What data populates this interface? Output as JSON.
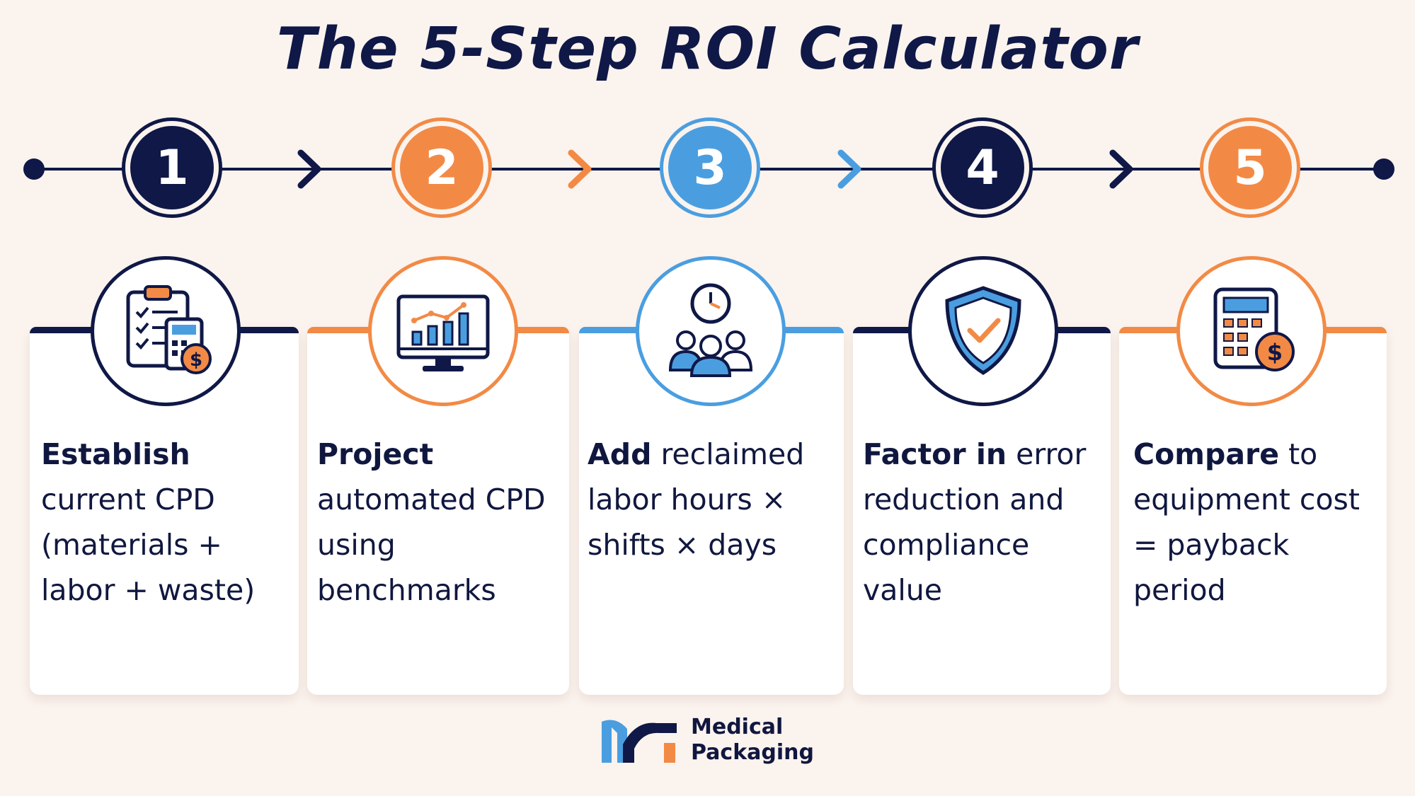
{
  "title": "The 5-Step ROI Calculator",
  "colors": {
    "navy": "#0f1846",
    "orange": "#f28a45",
    "blue": "#4a9ee0",
    "background": "#fbf3ee"
  },
  "steps": [
    {
      "number": "1",
      "bold": "Establish",
      "rest": " current CPD (materials + labor + waste)",
      "icon": "clipboard-calculator-icon",
      "color": "#0f1846"
    },
    {
      "number": "2",
      "bold": "Project",
      "rest": " automated CPD using benchmarks",
      "icon": "monitor-chart-icon",
      "color": "#f28a45"
    },
    {
      "number": "3",
      "bold": "Add",
      "rest": " reclaimed labor hours × shifts × days",
      "icon": "clock-team-icon",
      "color": "#4a9ee0"
    },
    {
      "number": "4",
      "bold": "Factor in",
      "rest": " error reduction and compliance value",
      "icon": "shield-check-icon",
      "color": "#0f1846"
    },
    {
      "number": "5",
      "bold": "Compare",
      "rest": " to equipment cost = payback period",
      "icon": "calculator-dollar-icon",
      "color": "#f28a45"
    }
  ],
  "logo": {
    "line1": "Medical",
    "line2": "Packaging"
  }
}
